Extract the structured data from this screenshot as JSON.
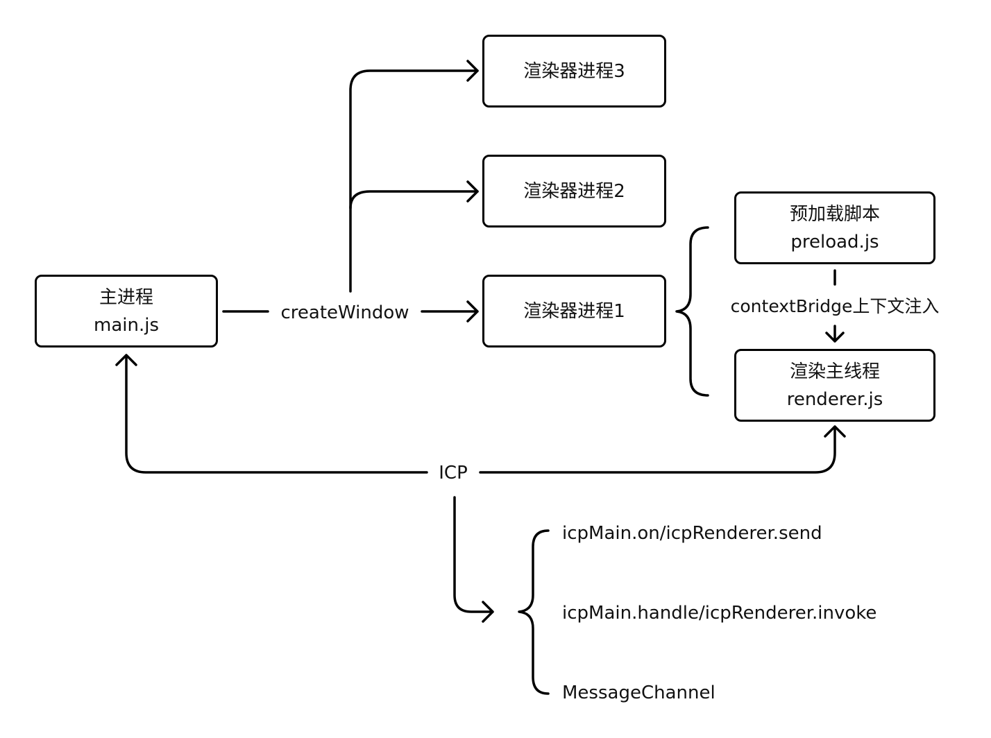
{
  "main_process": {
    "line1": "主进程",
    "line2": "main.js"
  },
  "renderers": {
    "r1": "渲染器进程1",
    "r2": "渲染器进程2",
    "r3": "渲染器进程3"
  },
  "preload": {
    "line1": "预加载脚本",
    "line2": "preload.js"
  },
  "render_main": {
    "line1": "渲染主线程",
    "line2": "renderer.js"
  },
  "edges": {
    "create_window": "createWindow",
    "context_bridge": "contextBridge上下文注入",
    "icp": "ICP"
  },
  "icp_methods": [
    "icpMain.on/icpRenderer.send",
    "icpMain.handle/icpRenderer.invoke",
    "MessageChannel"
  ]
}
